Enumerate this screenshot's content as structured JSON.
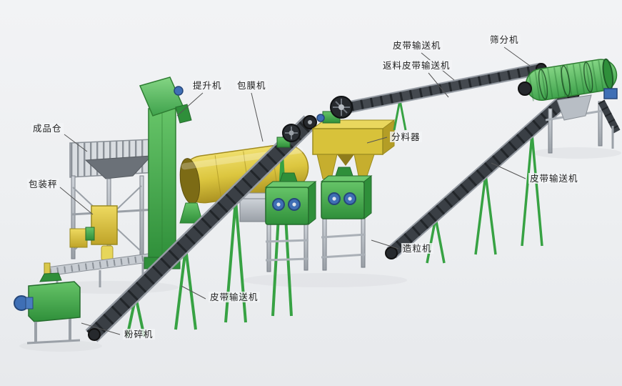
{
  "diagram": {
    "type": "equipment-flow-illustration",
    "labels": [
      {
        "name": "bucket-elevator",
        "text": "提升机"
      },
      {
        "name": "coating-machine",
        "text": "包膜机"
      },
      {
        "name": "belt-conveyor-top",
        "text": "皮带输送机"
      },
      {
        "name": "return-belt-conveyor",
        "text": "返料皮带输送机"
      },
      {
        "name": "screening-machine",
        "text": "筛分机"
      },
      {
        "name": "finished-product-bin",
        "text": "成品仓"
      },
      {
        "name": "packing-scale",
        "text": "包装秤"
      },
      {
        "name": "distributor",
        "text": "分料器"
      },
      {
        "name": "belt-conveyor-right",
        "text": "皮带输送机"
      },
      {
        "name": "granulator",
        "text": "造粒机"
      },
      {
        "name": "belt-conveyor-bottom",
        "text": "皮带输送机"
      },
      {
        "name": "crusher",
        "text": "粉碎机"
      }
    ],
    "colors": {
      "background": "#edeff1",
      "machine_green": "#3fae49",
      "machine_yellow": "#dcc63f",
      "steel_gray": "#aab0b7",
      "belt_dark": "#3a3f45",
      "motor_blue": "#3f6fb5",
      "label_text": "#222222",
      "leader_line": "#555555"
    }
  }
}
